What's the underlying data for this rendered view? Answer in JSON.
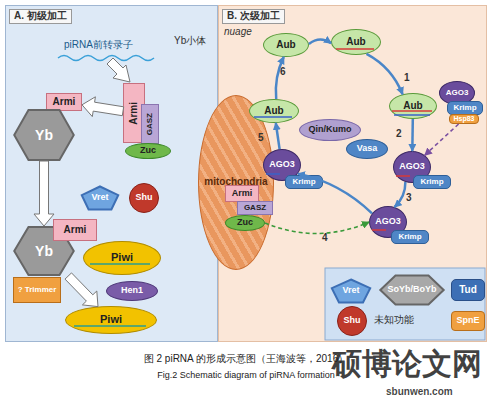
{
  "diagram": {
    "caption": "图 2   piRNA 的形成示意图（王海波等，2016）",
    "nodes": [
      {
        "text": [
          "A. 初级加工",
          "Yb小体"
        ]
      },
      {
        "text": [
          "B. 次级加工",
          "nuage"
        ]
      },
      {
        "text": [
          "mitochondria"
        ]
      },
      {
        "text": [
          "Armi"
        ],
        "in": 0
      },
      {
        "text": [
          "Yb"
        ],
        "in": 0
      },
      {
        "text": [
          "Armi"
        ],
        "in": 0
      },
      {
        "text": [
          "GASZ"
        ],
        "in": 0
      },
      {
        "text": [
          "Zuc"
        ],
        "in": 0
      },
      {
        "text": [
          "Vret"
        ],
        "in": 0
      },
      {
        "text": [
          "Shu"
        ],
        "in": 0
      },
      {
        "text": [
          "Yb"
        ],
        "in": 0
      },
      {
        "text": [
          "Armi"
        ],
        "in": 0
      },
      {
        "text": [
          "Piwi"
        ],
        "in": 0
      },
      {
        "text": [
          "? Trimmer"
        ],
        "in": 0
      },
      {
        "text": [
          "Hen1"
        ],
        "in": 0
      },
      {
        "text": [
          "Piwi"
        ],
        "in": 0
      },
      {
        "text": [
          "Aub"
        ],
        "in": 1
      },
      {
        "text": [
          "Aub"
        ],
        "in": 1
      },
      {
        "text": [
          "Aub"
        ],
        "in": 1
      },
      {
        "text": [
          "AGO3"
        ],
        "in": 1
      },
      {
        "text": [
          "Krimp"
        ],
        "in": 1
      },
      {
        "text": [
          "Hsp83"
        ],
        "in": 1
      },
      {
        "text": [
          "Qin/Kumo"
        ],
        "in": 1
      },
      {
        "text": [
          "Vasa"
        ],
        "in": 1
      },
      {
        "text": [
          "AGO3"
        ],
        "in": 1
      },
      {
        "text": [
          "Krimp"
        ],
        "in": 1
      },
      {
        "text": [
          "AGO3"
        ],
        "in": 1
      },
      {
        "text": [
          "Krimp"
        ],
        "in": 1
      },
      {
        "text": [
          "AGO3"
        ],
        "in": 1
      },
      {
        "text": [
          "Krimp"
        ],
        "in": 1
      },
      {
        "text": [
          "Armi"
        ],
        "in": 1
      },
      {
        "text": [
          "GASZ"
        ],
        "in": 1
      },
      {
        "text": [
          "Zuc"
        ],
        "in": 1
      },
      {
        "text": [
          "Aub"
        ],
        "in": 1
      },
      {
        "text": [
          "Vret"
        ],
        "in": 1
      },
      {
        "text": [
          "SoYb/BoYb"
        ],
        "in": 1
      },
      {
        "text": [
          "Tud"
        ],
        "in": 1
      },
      {
        "text": [
          "Shu"
        ],
        "in": 1
      },
      {
        "text": [
          "SpnE"
        ],
        "in": 1
      }
    ],
    "edges": [
      {
        "from": 5,
        "to": 3,
        "arrow": "to"
      },
      {
        "from": 4,
        "to": 10,
        "arrow": "to"
      },
      {
        "from": 10,
        "to": 15,
        "arrow": "to"
      },
      {
        "from": 16,
        "to": 17,
        "arrow": "to"
      },
      {
        "from": 17,
        "to": 18,
        "arrow": "to"
      },
      {
        "from": 18,
        "to": 24,
        "arrow": "to"
      },
      {
        "from": 24,
        "to": 26,
        "arrow": "to"
      },
      {
        "from": 26,
        "to": 28,
        "arrow": "to"
      },
      {
        "from": 28,
        "to": 33,
        "arrow": "to"
      },
      {
        "from": 33,
        "to": 16,
        "arrow": "to"
      },
      {
        "from": 21,
        "to": 24,
        "arrow": "to"
      },
      {
        "from": 32,
        "to": 26,
        "arrow": "to"
      }
    ],
    "labels": [
      "piRNA前转录子",
      "6",
      "1",
      "5",
      "2",
      "3",
      "4",
      "未知功能",
      "Fig.2   Schematic diagram of piRNA formation",
      "硕博论文网",
      "sbunwen.com"
    ]
  }
}
